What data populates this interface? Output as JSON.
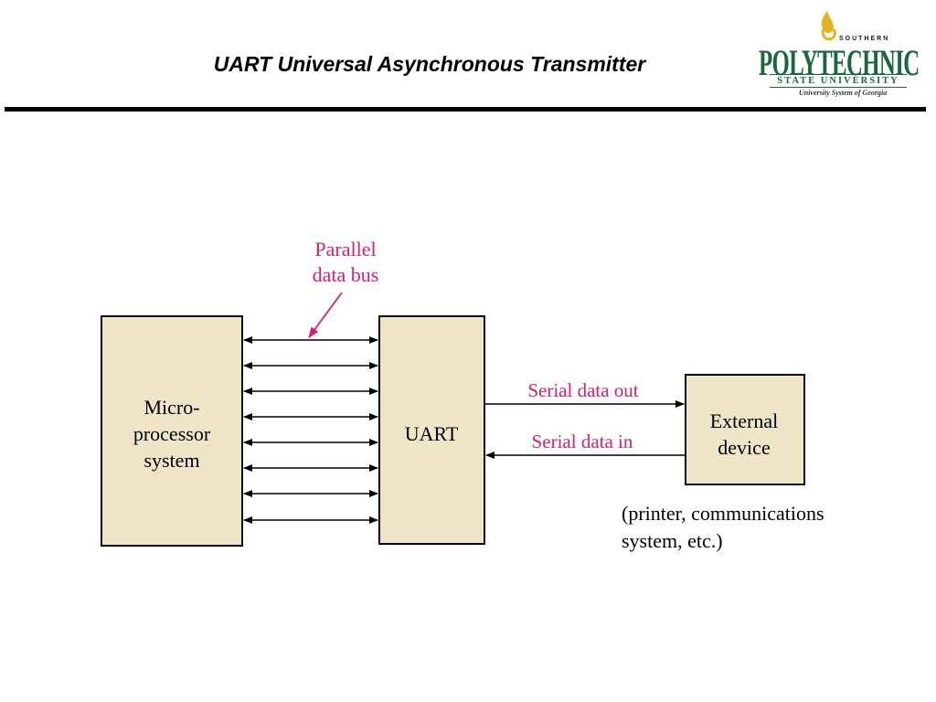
{
  "slide": {
    "title": "UART Universal Asynchronous Transmitter"
  },
  "logo": {
    "southern": "SOUTHERN",
    "polytechnic": "POLYTECHNIC",
    "state_university": "STATE UNIVERSITY",
    "system": "University System of Georgia",
    "color": "#17683a",
    "flame_color": "#e8b21c"
  },
  "diagram": {
    "box_fill": "#efe6c8",
    "label_color": "#d6206e",
    "microprocessor": {
      "line1": "Micro-",
      "line2": "processor",
      "line3": "system"
    },
    "uart": {
      "label": "UART"
    },
    "external": {
      "line1": "External",
      "line2": "device"
    },
    "bus_label": {
      "line1": "Parallel",
      "line2": "data bus"
    },
    "serial_out": "Serial data out",
    "serial_in": "Serial data in",
    "note": {
      "line1": "(printer, communications",
      "line2": "system, etc.)"
    },
    "bus_line_count": 8
  }
}
